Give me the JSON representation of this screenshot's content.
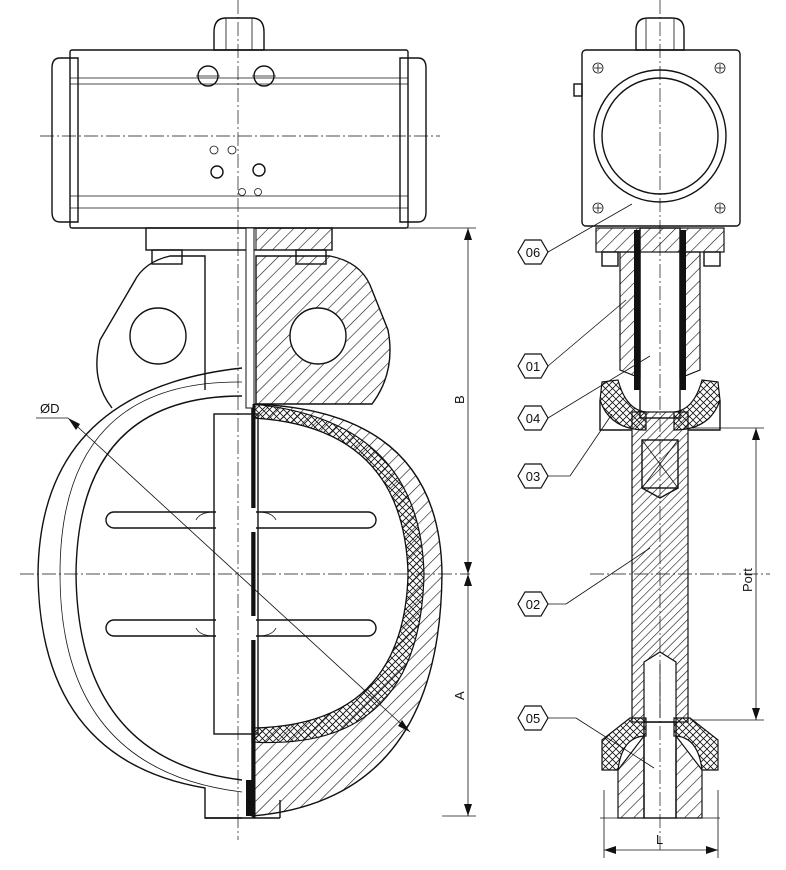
{
  "dimensions": {
    "diameter": "ØD",
    "height_top": "B",
    "height_bottom": "A",
    "port": "Port",
    "length": "L"
  },
  "callouts": [
    "06",
    "01",
    "04",
    "03",
    "02",
    "05"
  ]
}
